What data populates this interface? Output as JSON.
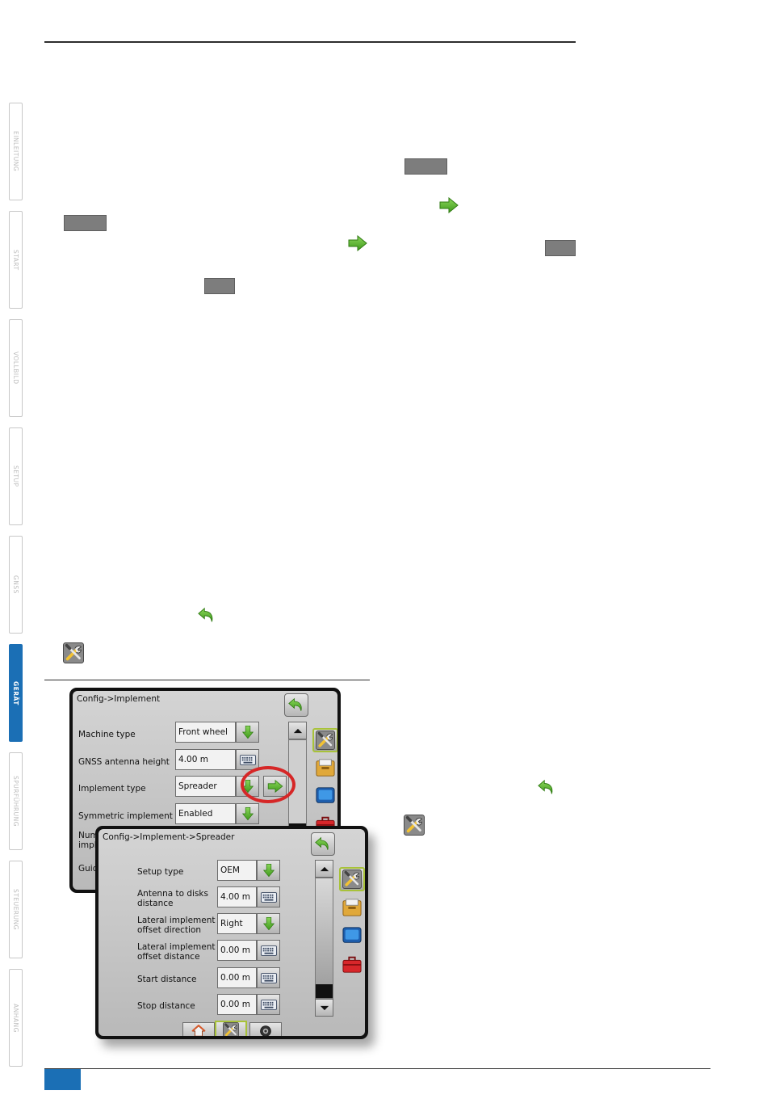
{
  "side_tabs": [
    {
      "label": "EINLEITUNG",
      "active": false
    },
    {
      "label": "START",
      "active": false
    },
    {
      "label": "VOLLBILD",
      "active": false
    },
    {
      "label": "SETUP",
      "active": false
    },
    {
      "label": "GNSS",
      "active": false
    },
    {
      "label": "GERÄT",
      "active": true
    },
    {
      "label": "SPURFÜHRUNG",
      "active": false
    },
    {
      "label": "STEUERUNG",
      "active": false
    },
    {
      "label": "ANHANG",
      "active": false
    }
  ],
  "icons": {
    "next_arrow": "green-right-arrow-icon",
    "back_arrow": "green-back-arrow-icon",
    "config_tool": "tools-icon"
  },
  "colors": {
    "accent_blue": "#1b6fb5",
    "green": "#5cae2e",
    "highlight_red": "#d62727",
    "selection_green": "#a8c23a"
  },
  "screen1": {
    "title": "Config->Implement",
    "rows": [
      {
        "label": "Machine type",
        "value": "Front wheel",
        "control": "dropdown"
      },
      {
        "label": "GNSS antenna height",
        "value": "4.00 m",
        "control": "keyboard"
      },
      {
        "label": "Implement type",
        "value": "Spreader",
        "control": "dropdown+next"
      },
      {
        "label": "Symmetric implement",
        "value": "Enabled",
        "control": "dropdown"
      }
    ],
    "partial_labels": [
      "Num",
      "impl",
      "Guid"
    ]
  },
  "screen2": {
    "title": "Config->Implement->Spreader",
    "rows": [
      {
        "label": "Setup type",
        "value": "OEM",
        "control": "dropdown"
      },
      {
        "label": "Antenna to disks\ndistance",
        "value": "4.00 m",
        "control": "keyboard"
      },
      {
        "label": "Lateral implement\noffset direction",
        "value": "Right",
        "control": "dropdown"
      },
      {
        "label": "Lateral implement\noffset distance",
        "value": "0.00 m",
        "control": "keyboard"
      },
      {
        "label": "Start distance",
        "value": "0.00 m",
        "control": "keyboard"
      },
      {
        "label": "Stop distance",
        "value": "0.00 m",
        "control": "keyboard"
      }
    ]
  }
}
